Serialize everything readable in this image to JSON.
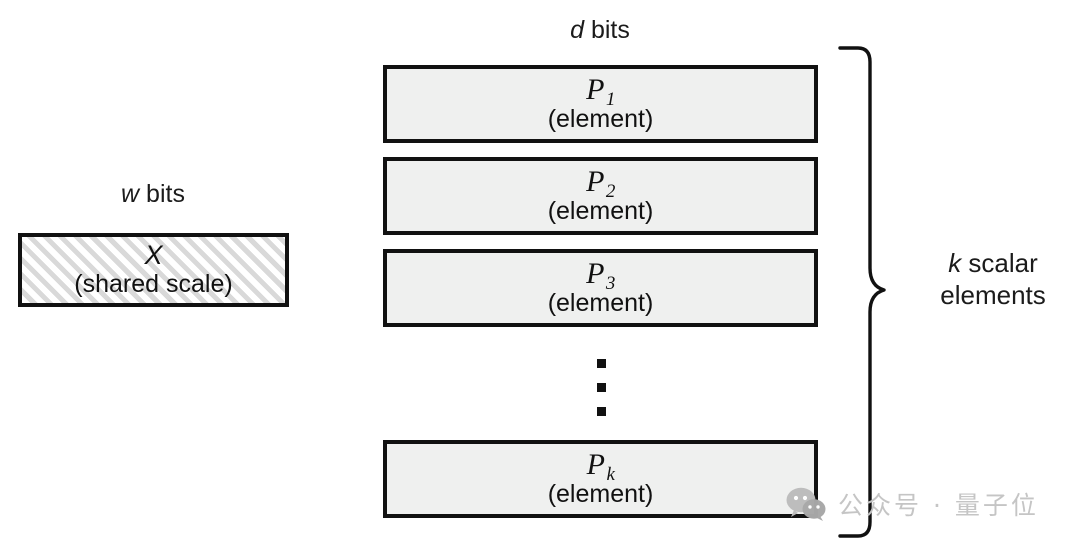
{
  "figure": {
    "top_label": {
      "symbol": "d",
      "text": " bits"
    },
    "left_label": {
      "symbol": "w",
      "text": " bits"
    },
    "right_label": {
      "symbol": "k",
      "line1_rest": " scalar",
      "line2": "elements"
    },
    "scale_box": {
      "symbol": "X",
      "caption": "(shared scale)",
      "fill": "#ffffff",
      "hatch_color": "#d9d9d9",
      "border_color": "#111111"
    },
    "element_boxes": [
      {
        "symbol": "P",
        "subscript": "1",
        "caption": "(element)"
      },
      {
        "symbol": "P",
        "subscript": "2",
        "caption": "(element)"
      },
      {
        "symbol": "P",
        "subscript": "3",
        "caption": "(element)"
      },
      {
        "symbol": "P",
        "subscript": "k",
        "caption": "(element)"
      }
    ],
    "ellipsis": {
      "dots": 3,
      "orientation": "vertical"
    },
    "brace": {
      "orientation": "right",
      "color": "#111111"
    },
    "box_fill": "#eff0ef",
    "border_color": "#111111",
    "background": "#ffffff"
  },
  "watermark": {
    "text": "公众号 · 量子位",
    "icon": "wechat-logo",
    "color": "#c4c4c4"
  }
}
